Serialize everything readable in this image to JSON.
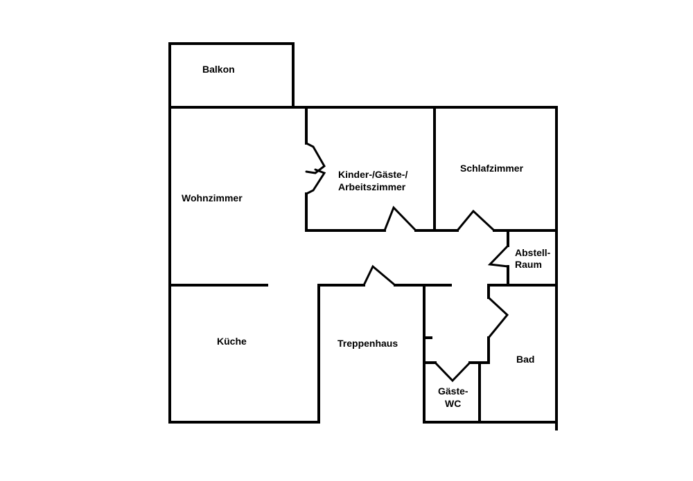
{
  "rooms": {
    "balkon": "Balkon",
    "wohnzimmer": "Wohnzimmer",
    "kinder_line1": "Kinder-/Gäste-/",
    "kinder_line2": "Arbeitszimmer",
    "schlafzimmer": "Schlafzimmer",
    "abstell_line1": "Abstell-",
    "abstell_line2": "Raum",
    "kueche": "Küche",
    "treppenhaus": "Treppenhaus",
    "bad": "Bad",
    "gaeste_wc_line1": "Gäste-",
    "gaeste_wc_line2": "WC"
  },
  "colors": {
    "wall": "#000000",
    "background": "#ffffff"
  }
}
